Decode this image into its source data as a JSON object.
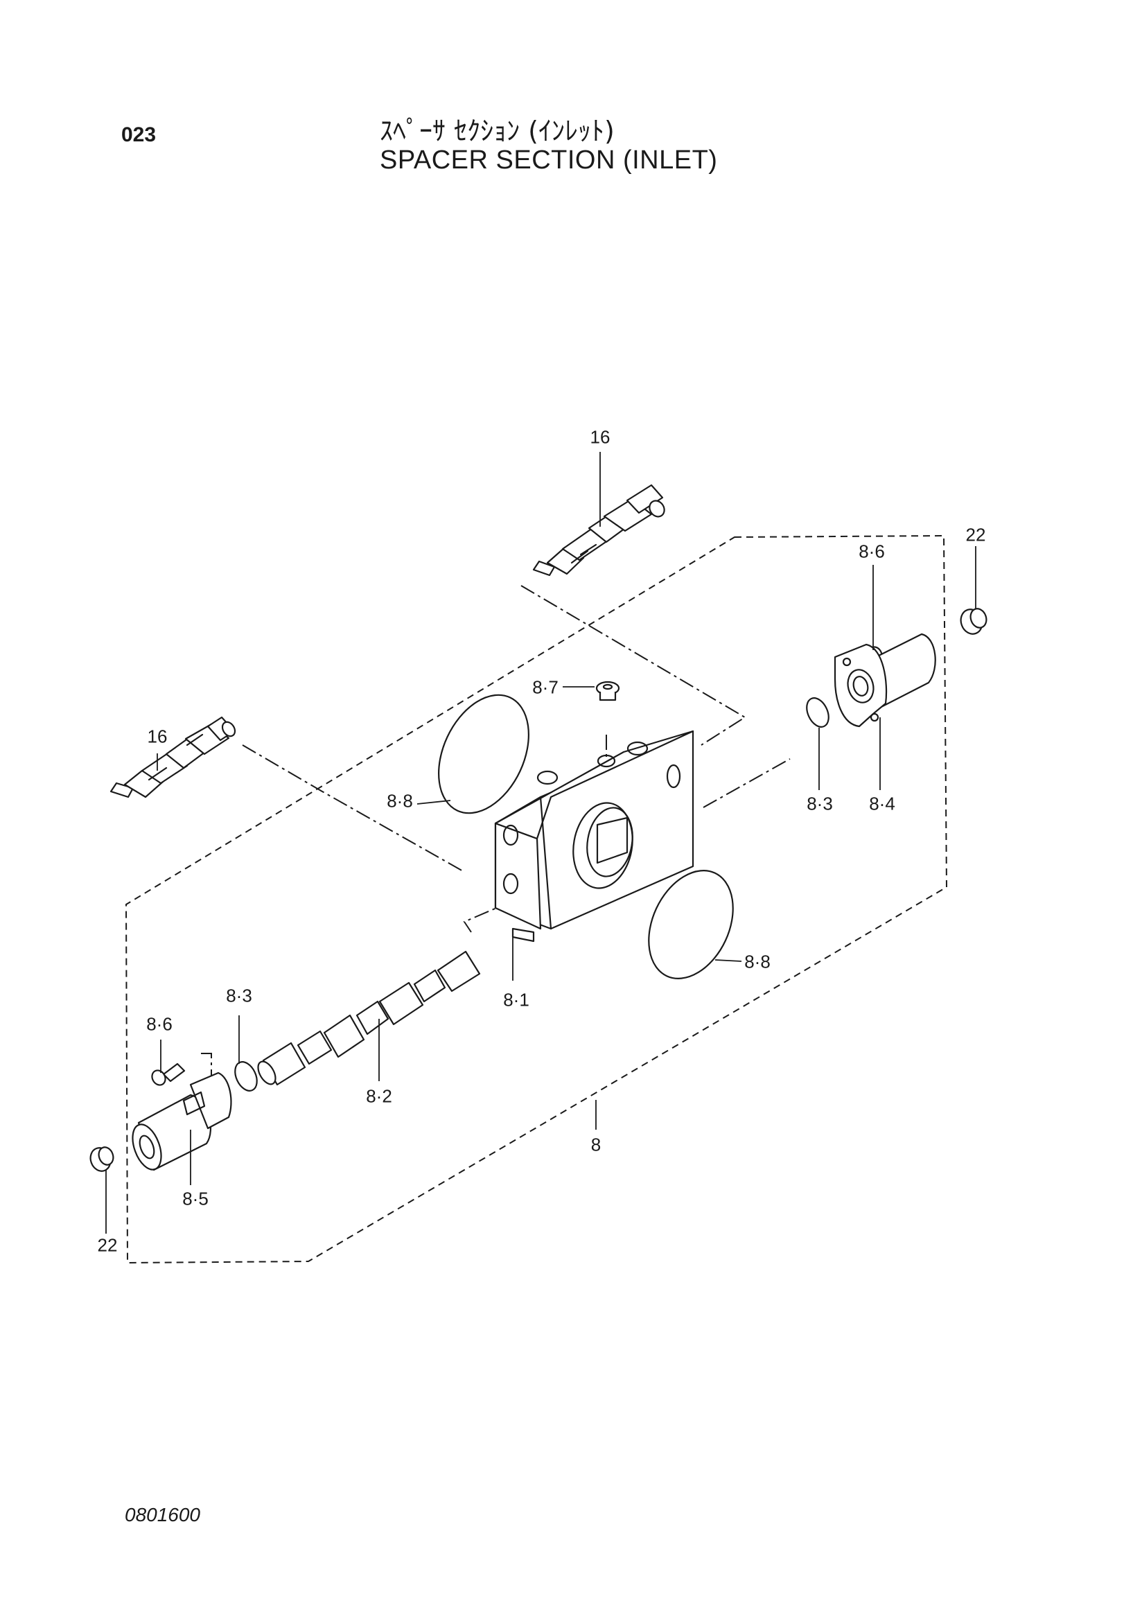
{
  "header": {
    "page_number": "023",
    "title_jp": "ｽﾍﾟｰｻ ｾｸｼｮﾝ (ｲﾝﾚｯﾄ)",
    "title_en": "SPACER  SECTION (INLET)"
  },
  "callouts": {
    "c16_top": "16",
    "c16_left": "16",
    "c22_right": "22",
    "c22_left": "22",
    "c86_right": "8·6",
    "c86_left": "8·6",
    "c87": "8·7",
    "c88_upper": "8·8",
    "c88_lower": "8·8",
    "c83_right": "8·3",
    "c83_left": "8·3",
    "c84": "8·4",
    "c81": "8·1",
    "c82": "8·2",
    "c85": "8·5",
    "c8": "8"
  },
  "footer": {
    "drawing_code": "0801600"
  }
}
